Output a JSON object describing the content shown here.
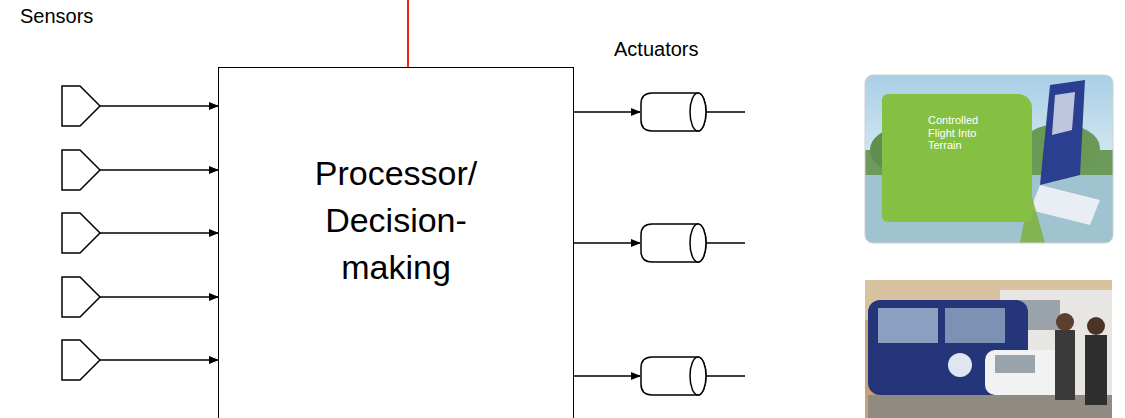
{
  "diagram": {
    "nodes": [
      {
        "text": [
          "Processor/ Decision-making"
        ]
      },
      {
        "text": [
          "Controlled Flight Into Terrain"
        ]
      }
    ],
    "labels": [
      "Sensors",
      "Actuators"
    ]
  }
}
